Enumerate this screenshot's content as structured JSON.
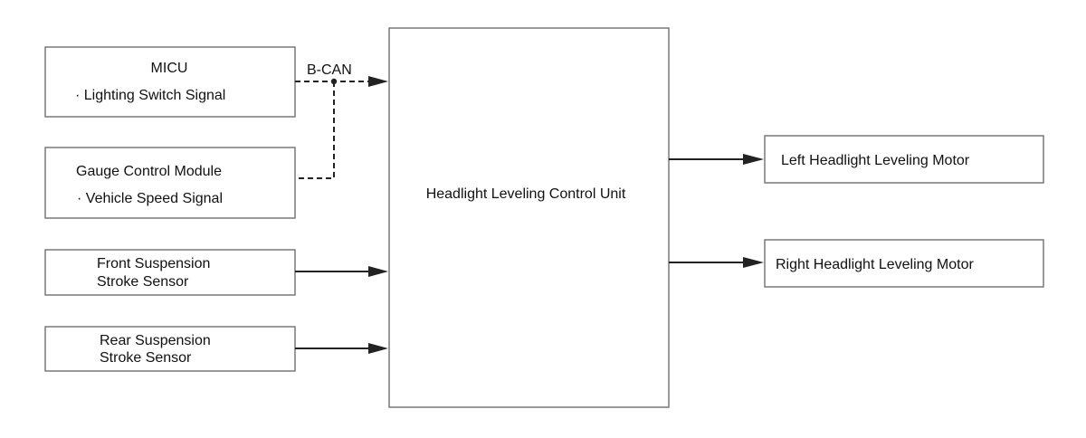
{
  "inputs": {
    "micu": {
      "title": "MICU",
      "signal": "· Lighting Switch Signal"
    },
    "gauge": {
      "title": "Gauge Control Module",
      "signal": "· Vehicle Speed Signal"
    },
    "front_sensor": {
      "line1": "Front Suspension",
      "line2": "Stroke Sensor"
    },
    "rear_sensor": {
      "line1": "Rear Suspension",
      "line2": "Stroke Sensor"
    }
  },
  "bus_label": "B-CAN",
  "control_unit": "Headlight Leveling Control Unit",
  "outputs": {
    "left_motor": "Left Headlight Leveling Motor",
    "right_motor": "Right Headlight Leveling Motor"
  },
  "colors": {
    "line": "#222222",
    "box_border": "#6f6f6f"
  }
}
